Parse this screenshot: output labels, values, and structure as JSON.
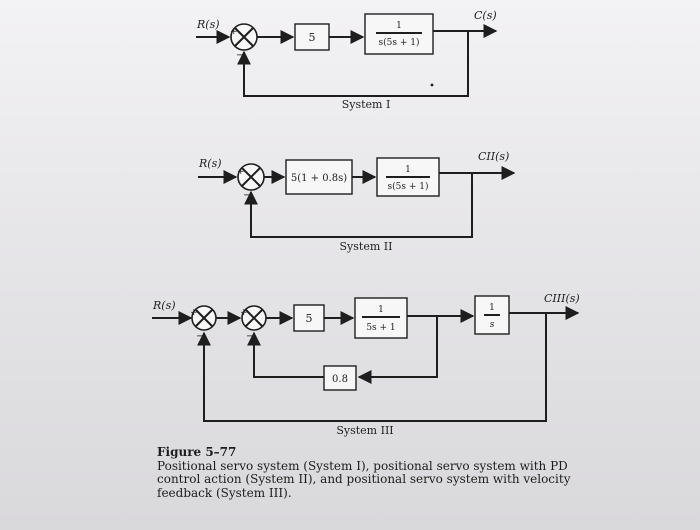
{
  "system1": {
    "input": "R(s)",
    "gain": "5",
    "plant_num": "1",
    "plant_den": "s(5s + 1)",
    "output": "C(s)",
    "label": "System I"
  },
  "system2": {
    "input": "R(s)",
    "controller": "5(1 + 0.8s)",
    "plant_num": "1",
    "plant_den": "s(5s + 1)",
    "output": "CII(s)",
    "label": "System II"
  },
  "system3": {
    "input": "R(s)",
    "gain": "5",
    "plant_num": "1",
    "plant_den": "5s + 1",
    "integrator_num": "1",
    "integrator_den": "s",
    "feedback_gain": "0.8",
    "output": "CIII(s)",
    "label": "System III"
  },
  "summing_signs": {
    "plus": "+",
    "minus": "−"
  },
  "caption": {
    "title": "Figure 5–77",
    "text": "Positional servo system (System I), positional servo system with PD control action (System II), and positional servo system with velocity feedback (System III)."
  }
}
